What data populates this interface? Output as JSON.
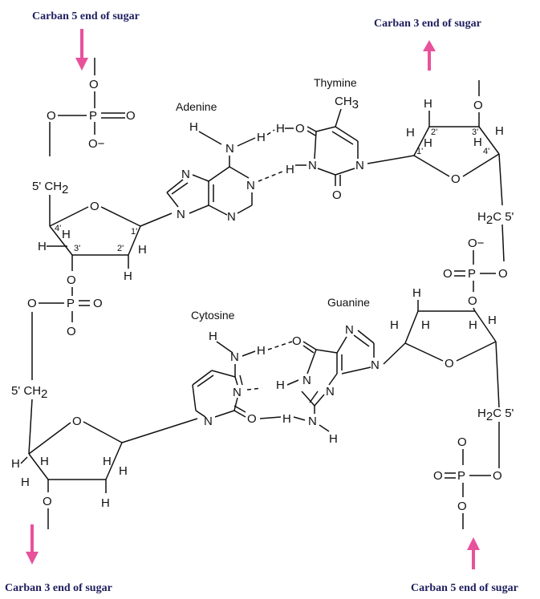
{
  "colors": {
    "arrow": "#e8529b",
    "caption": "#1d1d5e",
    "ink": "#111111"
  },
  "captions": {
    "top_left": "Carban 5 end of sugar",
    "top_right": "Carban 3 end of sugar",
    "bottom_left": "Carban 3 end of sugar",
    "bottom_right": "Carban 5 end of sugar"
  },
  "bases": {
    "adenine": "Adenine",
    "thymine": "Thymine",
    "cytosine": "Cytosine",
    "guanine": "Guanine"
  },
  "atoms": {
    "O": "O",
    "P": "P",
    "N": "N",
    "H": "H",
    "O_minus": "O−",
    "CH3": "CH",
    "CH3_sub": "3",
    "fivep_ch2": "5' CH",
    "ch2_sub": "2",
    "h2c": "H",
    "h2c_sub": "2",
    "h2c_tail": "C 5'",
    "c1": "1'",
    "c2": "2'",
    "c3": "3'",
    "c4": "4'",
    "nh": "N–H"
  }
}
